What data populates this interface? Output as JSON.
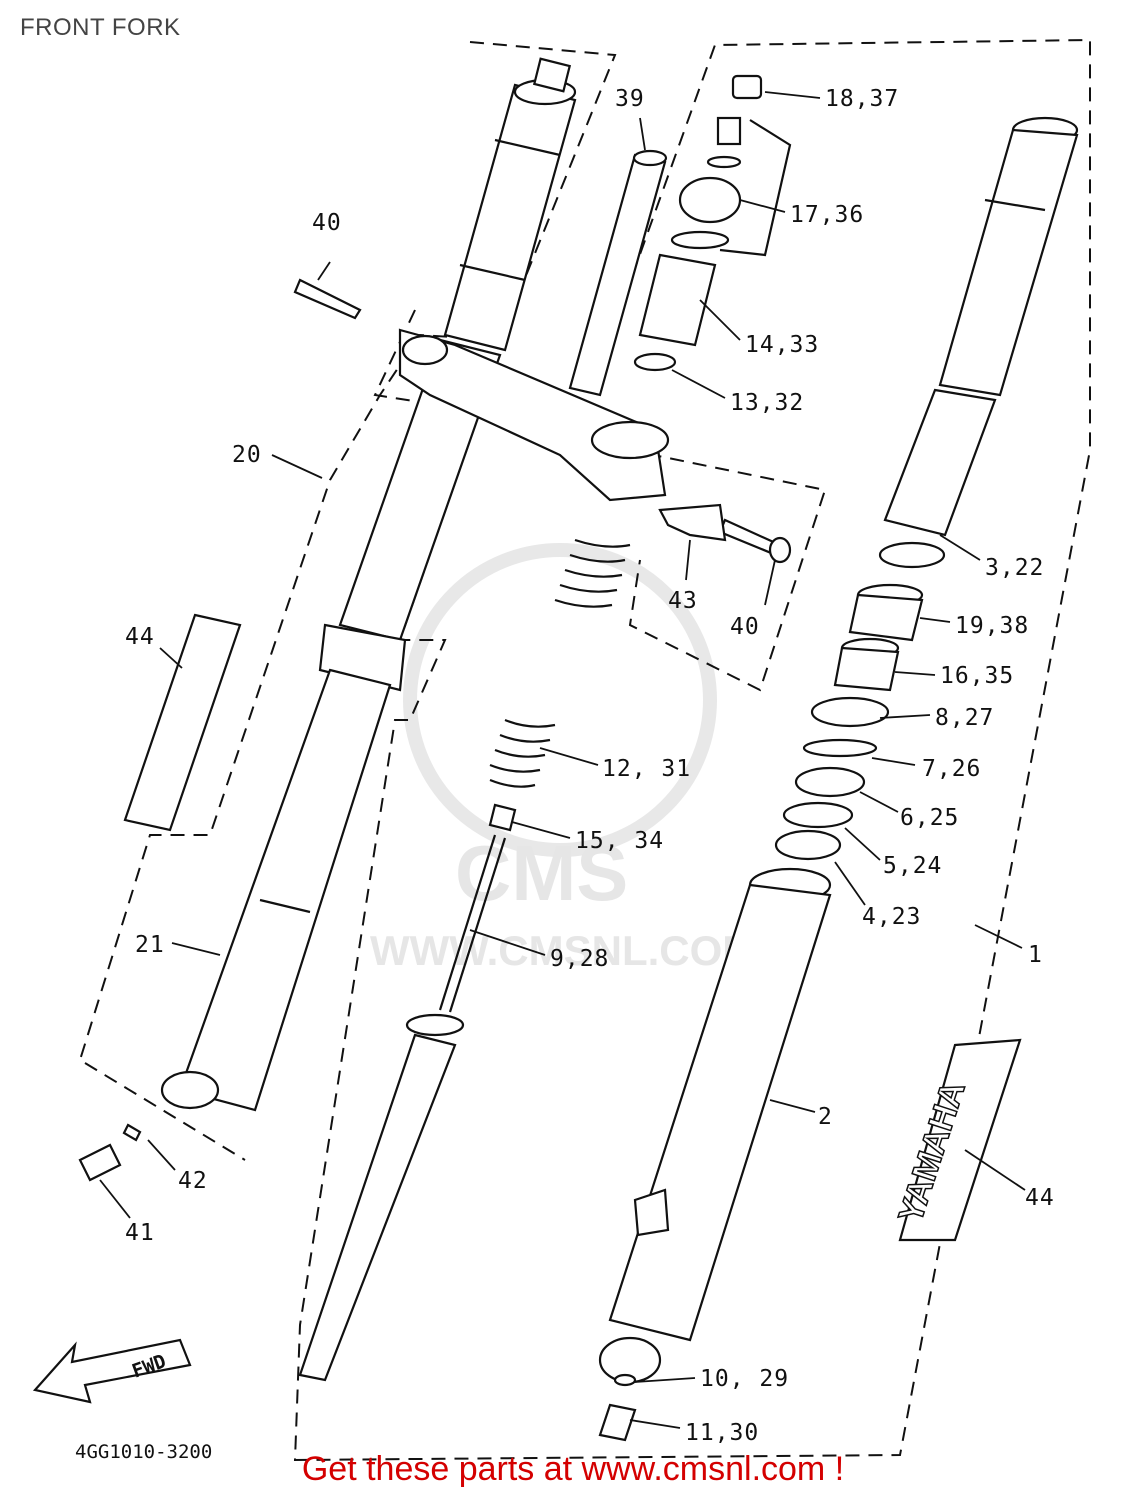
{
  "page": {
    "title": "FRONT FORK",
    "footer": "Get these parts at www.cmsnl.com !",
    "diagram_code": "4GG1010-3200",
    "watermark": "CMS",
    "watermark_url": "WWW.CMSNL.COM"
  },
  "fwd_label": "FWD",
  "brand_decal": "YAMAHA",
  "part_labels": [
    {
      "id": "p18-37",
      "text": "18,37"
    },
    {
      "id": "p39",
      "text": "39"
    },
    {
      "id": "p17-36",
      "text": "17,36"
    },
    {
      "id": "p40a",
      "text": "40"
    },
    {
      "id": "p14-33",
      "text": "14,33"
    },
    {
      "id": "p13-32",
      "text": "13,32"
    },
    {
      "id": "p20",
      "text": "20"
    },
    {
      "id": "p3-22",
      "text": "3,22"
    },
    {
      "id": "p43",
      "text": "43"
    },
    {
      "id": "p40b",
      "text": "40"
    },
    {
      "id": "p19-38",
      "text": "19,38"
    },
    {
      "id": "p44a",
      "text": "44"
    },
    {
      "id": "p16-35",
      "text": "16,35"
    },
    {
      "id": "p8-27",
      "text": "8,27"
    },
    {
      "id": "p12-31",
      "text": "12, 31"
    },
    {
      "id": "p7-26",
      "text": "7,26"
    },
    {
      "id": "p6-25",
      "text": "6,25"
    },
    {
      "id": "p15-34",
      "text": "15, 34"
    },
    {
      "id": "p5-24",
      "text": "5,24"
    },
    {
      "id": "p4-23",
      "text": "4,23"
    },
    {
      "id": "p21",
      "text": "21"
    },
    {
      "id": "p9-28",
      "text": "9,28"
    },
    {
      "id": "p1",
      "text": "1"
    },
    {
      "id": "p2",
      "text": "2"
    },
    {
      "id": "p42",
      "text": "42"
    },
    {
      "id": "p44b",
      "text": "44"
    },
    {
      "id": "p41",
      "text": "41"
    },
    {
      "id": "p10-29",
      "text": "10, 29"
    },
    {
      "id": "p11-30",
      "text": "11,30"
    }
  ]
}
